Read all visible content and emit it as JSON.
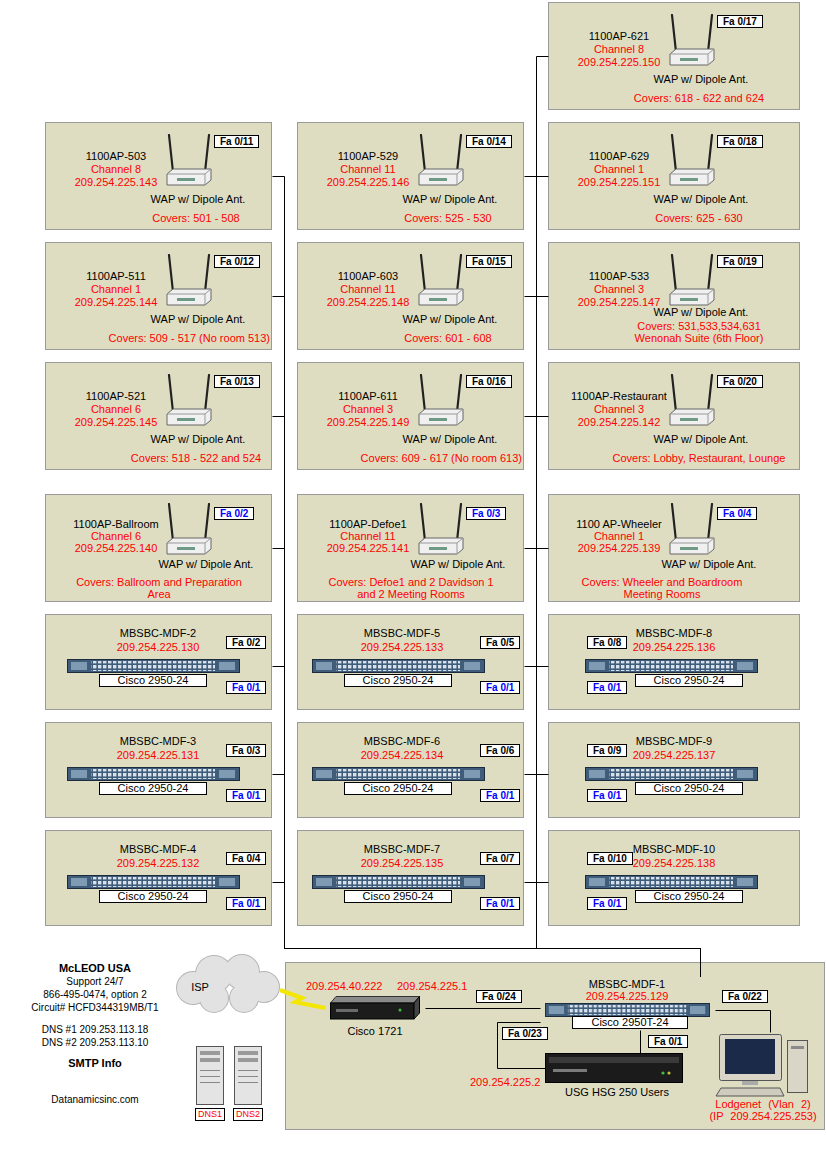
{
  "diagram": {
    "nodes": [
      {
        "text": [
          "1100AP-621",
          "Channel 8",
          "209.254.225.150",
          "WAP w/ Dipole Ant.",
          "Covers: 618 - 622 and 624",
          "Fa 0/17"
        ]
      },
      {
        "text": [
          "1100AP-503",
          "Channel 8",
          "209.254.225.143",
          "WAP w/ Dipole Ant.",
          "Covers: 501 - 508",
          "Fa 0/11"
        ]
      },
      {
        "text": [
          "1100AP-529",
          "Channel 11",
          "209.254.225.146",
          "WAP w/ Dipole Ant.",
          "Covers: 525 - 530",
          "Fa 0/14"
        ]
      },
      {
        "text": [
          "1100AP-629",
          "Channel 1",
          "209.254.225.151",
          "WAP w/ Dipole Ant.",
          "Covers: 625 - 630",
          "Fa 0/18"
        ]
      },
      {
        "text": [
          "1100AP-511",
          "Channel 1",
          "209.254.225.144",
          "WAP w/ Dipole Ant.",
          "Covers: 509 - 517 (No room 513)",
          "Fa 0/12"
        ]
      },
      {
        "text": [
          "1100AP-603",
          "Channel 11",
          "209.254.225.148",
          "WAP w/ Dipole Ant.",
          "Covers: 601 - 608",
          "Fa 0/15"
        ]
      },
      {
        "text": [
          "1100AP-533",
          "Channel 3",
          "209.254.225.147",
          "WAP w/ Dipole Ant.",
          "Covers: 531,533,534,631 Wenonah Suite (6th Floor)",
          "Fa 0/19"
        ]
      },
      {
        "text": [
          "1100AP-521",
          "Channel 6",
          "209.254.225.145",
          "WAP w/ Dipole Ant.",
          "Covers: 518 - 522 and 524",
          "Fa 0/13"
        ]
      },
      {
        "text": [
          "1100AP-611",
          "Channel 3",
          "209.254.225.149",
          "WAP w/ Dipole Ant.",
          "Covers: 609 - 617 (No room 613)",
          "Fa 0/16"
        ]
      },
      {
        "text": [
          "1100AP-Restaurant",
          "Channel 3",
          "209.254.225.142",
          "WAP w/ Dipole Ant.",
          "Covers: Lobby, Restaurant, Lounge",
          "Fa 0/20"
        ]
      },
      {
        "text": [
          "1100AP-Ballroom",
          "Channel 6",
          "209.254.225.140",
          "WAP w/ Dipole Ant.",
          "Covers: Ballroom and Preparation Area",
          "Fa 0/2"
        ]
      },
      {
        "text": [
          "1100AP-Defoe1",
          "Channel 11",
          "209.254.225.141",
          "WAP w/ Dipole Ant.",
          "Covers: Defoe1 and 2 Davidson 1 and 2 Meeting Rooms",
          "Fa 0/3"
        ]
      },
      {
        "text": [
          "1100 AP-Wheeler",
          "Channel 1",
          "209.254.225.139",
          "WAP w/ Dipole Ant.",
          "Covers: Wheeler and Boardroom Meeting Rooms",
          "Fa 0/4"
        ]
      },
      {
        "text": [
          "MBSBC-MDF-2",
          "209.254.225.130",
          "Cisco 2950-24",
          "Fa 0/2",
          "Fa 0/1"
        ]
      },
      {
        "text": [
          "MBSBC-MDF-5",
          "209.254.225.133",
          "Cisco 2950-24",
          "Fa 0/5",
          "Fa 0/1"
        ]
      },
      {
        "text": [
          "MBSBC-MDF-8",
          "209.254.225.136",
          "Cisco 2950-24",
          "Fa 0/8",
          "Fa 0/1"
        ]
      },
      {
        "text": [
          "MBSBC-MDF-3",
          "209.254.225.131",
          "Cisco 2950-24",
          "Fa 0/3",
          "Fa 0/1"
        ]
      },
      {
        "text": [
          "MBSBC-MDF-6",
          "209.254.225.134",
          "Cisco 2950-24",
          "Fa 0/6",
          "Fa 0/1"
        ]
      },
      {
        "text": [
          "MBSBC-MDF-9",
          "209.254.225.137",
          "Cisco 2950-24",
          "Fa 0/9",
          "Fa 0/1"
        ]
      },
      {
        "text": [
          "MBSBC-MDF-4",
          "209.254.225.132",
          "Cisco 2950-24",
          "Fa 0/4",
          "Fa 0/1"
        ]
      },
      {
        "text": [
          "MBSBC-MDF-7",
          "209.254.225.135",
          "Cisco 2950-24",
          "Fa 0/7",
          "Fa 0/1"
        ]
      },
      {
        "text": [
          "MBSBC-MDF-10",
          "209.254.225.138",
          "Cisco 2950-24",
          "Fa 0/10",
          "Fa 0/1"
        ]
      },
      {
        "text": [
          "ISP"
        ]
      },
      {
        "text": [
          "Cisco 1721"
        ]
      },
      {
        "text": [
          "MBSBC-MDF-1",
          "209.254.225.129",
          "Cisco 2950T-24"
        ]
      },
      {
        "text": [
          "USG HSG 250 Users"
        ]
      },
      {
        "text": [
          "Lodgenet (Vlan 2) (IP 209.254.225.253)"
        ]
      },
      {
        "text": [
          "DNS1"
        ]
      },
      {
        "text": [
          "DNS2"
        ]
      }
    ],
    "edges": [
      {
        "from": 0,
        "to": 24,
        "arrow": "none"
      },
      {
        "from": 1,
        "to": 24,
        "arrow": "none"
      },
      {
        "from": 2,
        "to": 24,
        "arrow": "none"
      },
      {
        "from": 3,
        "to": 24,
        "arrow": "none"
      },
      {
        "from": 4,
        "to": 24,
        "arrow": "none"
      },
      {
        "from": 5,
        "to": 24,
        "arrow": "none"
      },
      {
        "from": 6,
        "to": 24,
        "arrow": "none"
      },
      {
        "from": 7,
        "to": 24,
        "arrow": "none"
      },
      {
        "from": 8,
        "to": 24,
        "arrow": "none"
      },
      {
        "from": 9,
        "to": 24,
        "arrow": "none"
      },
      {
        "from": 10,
        "to": 24,
        "arrow": "none"
      },
      {
        "from": 11,
        "to": 24,
        "arrow": "none"
      },
      {
        "from": 12,
        "to": 24,
        "arrow": "none"
      },
      {
        "from": 13,
        "to": 24,
        "arrow": "none"
      },
      {
        "from": 14,
        "to": 24,
        "arrow": "none"
      },
      {
        "from": 15,
        "to": 24,
        "arrow": "none"
      },
      {
        "from": 16,
        "to": 24,
        "arrow": "none"
      },
      {
        "from": 17,
        "to": 24,
        "arrow": "none"
      },
      {
        "from": 18,
        "to": 24,
        "arrow": "none"
      },
      {
        "from": 19,
        "to": 24,
        "arrow": "none"
      },
      {
        "from": 20,
        "to": 24,
        "arrow": "none"
      },
      {
        "from": 21,
        "to": 24,
        "arrow": "none"
      },
      {
        "from": 22,
        "to": 23,
        "arrow": "none"
      },
      {
        "from": 23,
        "to": 24,
        "label": "Fa 0/24",
        "arrow": "none"
      },
      {
        "from": 24,
        "to": 25,
        "label": "Fa 0/23",
        "arrow": "none"
      },
      {
        "from": 24,
        "to": 25,
        "label": "Fa 0/1",
        "arrow": "none"
      },
      {
        "from": 24,
        "to": 26,
        "label": "Fa 0/22",
        "arrow": "none"
      }
    ],
    "labels": [
      "McLEOD USA",
      "Support 24/7",
      "866-495-0474, option 2",
      "Circuit# HCFD344319MB/T1",
      "209.254.40.222",
      "209.254.225.1",
      "DNS #1 209.253.113.18",
      "DNS #2 209.253.113.10",
      "SMTP Info",
      "209.254.225.2",
      "Datanamicsinc.com"
    ]
  }
}
